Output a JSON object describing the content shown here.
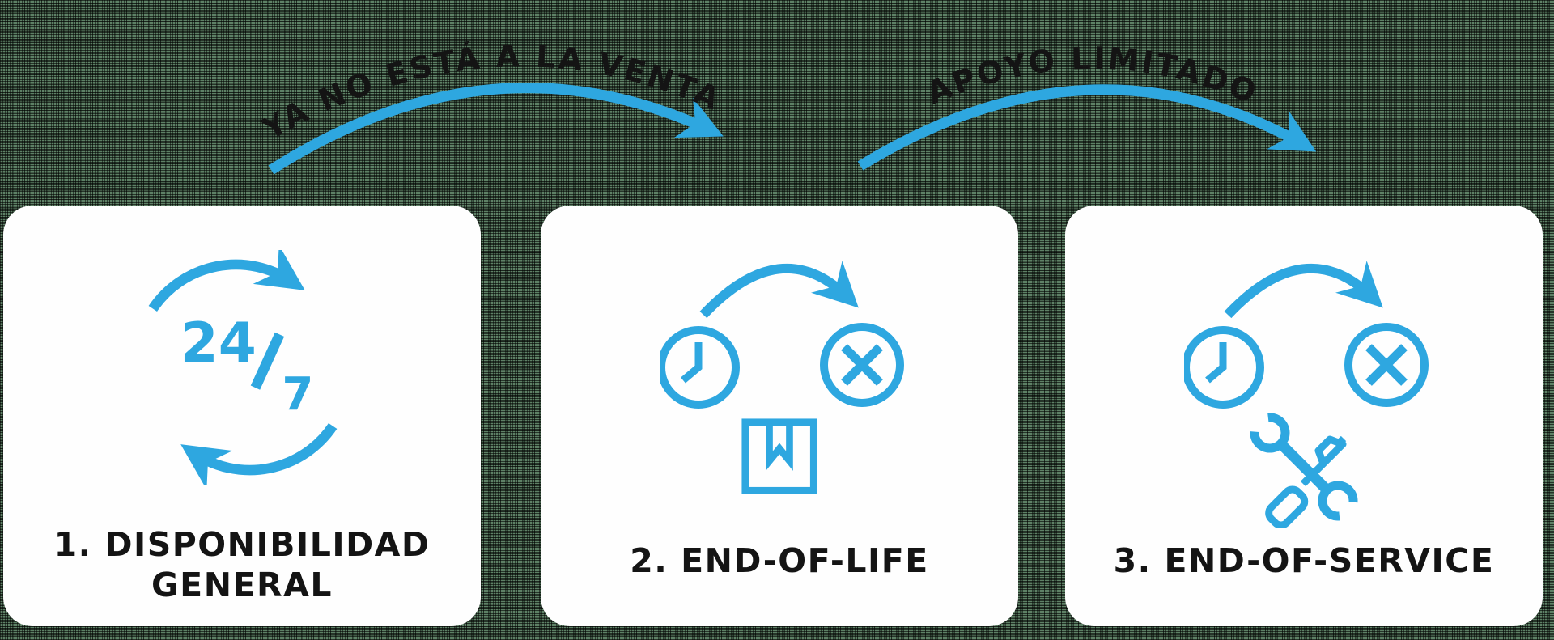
{
  "colors": {
    "accent_blue": "#2ea7e0",
    "ink_black": "#141414",
    "card_white": "#fefefe",
    "backdrop_green": "#5e8166"
  },
  "flow_arrows": [
    {
      "label": "YA NO ESTÁ A LA VENTA"
    },
    {
      "label": "APOYO LIMITADO"
    }
  ],
  "stages": [
    {
      "title_lines": [
        "1. DISPONIBILIDAD",
        "GENERAL"
      ],
      "icon": "24-7-availability-icon",
      "icon_text": {
        "hours": "24",
        "days": "7"
      }
    },
    {
      "title_lines": [
        "2. END-OF-LIFE"
      ],
      "icon": "end-of-life-icon"
    },
    {
      "title_lines": [
        "3. END-OF-SERVICE"
      ],
      "icon": "end-of-service-icon"
    }
  ]
}
